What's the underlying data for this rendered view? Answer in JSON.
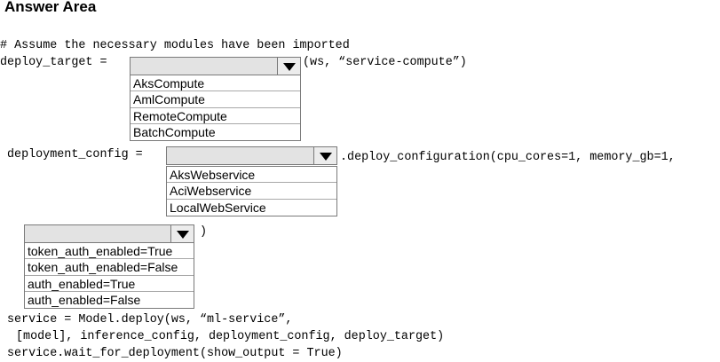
{
  "header": {
    "title": "Answer Area"
  },
  "code": {
    "comment": "# Assume the necessary modules have been imported",
    "line1_prefix": "deploy_target =",
    "line1_suffix": "(ws, “service-compute”)",
    "line2_prefix": "deployment_config =",
    "line2_suffix": ".deploy_configuration(cpu_cores=1, memory_gb=1,",
    "line3_suffix": ")",
    "service_line1": "service = Model.deploy(ws, “ml-service”,",
    "service_line2": "[model], inference_config, deployment_config, deploy_target)",
    "service_line3": "service.wait_for_deployment(show_output = True)"
  },
  "dropdown1": {
    "selected": "",
    "options": [
      "AksCompute",
      "AmlCompute",
      "RemoteCompute",
      "BatchCompute"
    ]
  },
  "dropdown2": {
    "selected": "",
    "options": [
      "AksWebservice",
      "AciWebservice",
      "LocalWebService"
    ]
  },
  "dropdown3": {
    "selected": "",
    "options": [
      "token_auth_enabled=True",
      "token_auth_enabled=False",
      "auth_enabled=True",
      "auth_enabled=False"
    ]
  },
  "icons": {
    "dropdown_arrow": "triangle-down-icon"
  }
}
